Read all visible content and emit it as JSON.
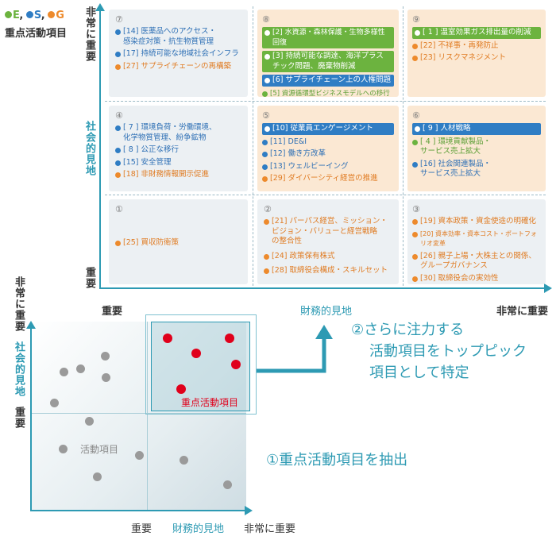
{
  "legend": {
    "e": "E",
    "s": "S",
    "g": "G",
    "sep1": ",",
    "sep2": ",",
    "title": "重点活動項目",
    "colors": {
      "e": "#6cb33f",
      "s": "#2f7dc4",
      "g": "#ed8a2c"
    }
  },
  "matrix": {
    "y_axis_title": "社会的見地",
    "y_high": "非常に重要",
    "y_low": "重要",
    "x_axis_title": "財務的見地",
    "x_high": "非常に重要",
    "x_low": "重要",
    "cells": {
      "c7": {
        "num": "⑦",
        "items": [
          {
            "text": "[14] 医薬品へのアクセス・\n感染症対策・抗生物質管理",
            "color": "blue"
          },
          {
            "text": "[17] 持続可能な地域社会インフラ",
            "color": "blue"
          },
          {
            "text": "[27] サプライチェーンの再構築",
            "color": "orange"
          }
        ]
      },
      "c8": {
        "num": "⑧",
        "items": [
          {
            "text": "[2] 水資源・森林保護・生物多様性回復",
            "color": "green",
            "hl": true
          },
          {
            "text": "[3] 持続可能な調達、海洋プラス\nチック問題、廃棄物削減",
            "color": "green",
            "hl": true
          },
          {
            "text": "[6] サプライチェーン上の人権問題",
            "color": "blue",
            "hl": true
          },
          {
            "text": "[5] 資源循環型ビジネスモデルへの移行",
            "color": "green"
          }
        ]
      },
      "c9": {
        "num": "⑨",
        "items": [
          {
            "text": "[ 1 ] 温室効果ガス排出量の削減",
            "color": "green",
            "hl": true
          },
          {
            "text": "[22] 不祥事・再発防止",
            "color": "orange"
          },
          {
            "text": "[23] リスクマネジメント",
            "color": "orange"
          }
        ]
      },
      "c4": {
        "num": "④",
        "items": [
          {
            "text": "[ 7 ] 環境負荷・労働環境、\n化学物質管理、紛争鉱物",
            "color": "blue"
          },
          {
            "text": "[ 8 ] 公正な移行",
            "color": "blue"
          },
          {
            "text": "[15] 安全管理",
            "color": "blue"
          },
          {
            "text": "[18] 非財務情報開示促進",
            "color": "orange"
          }
        ]
      },
      "c5": {
        "num": "⑤",
        "items": [
          {
            "text": "[10] 従業員エンゲージメント",
            "color": "blue",
            "hl": true
          },
          {
            "text": "[11] DE&I",
            "color": "blue"
          },
          {
            "text": "[12] 働き方改革",
            "color": "blue"
          },
          {
            "text": "[13] ウェルビーイング",
            "color": "blue"
          },
          {
            "text": "[29] ダイバーシティ経営の推進",
            "color": "orange"
          }
        ]
      },
      "c6": {
        "num": "⑥",
        "items": [
          {
            "text": "[ 9 ] 人材戦略",
            "color": "blue",
            "hl": true
          },
          {
            "text": "[ 4 ] 環境貢献製品・\nサービス売上拡大",
            "color": "green"
          },
          {
            "text": "[16] 社会関連製品・\nサービス売上拡大",
            "color": "blue"
          }
        ]
      },
      "c1": {
        "num": "①",
        "items": [
          {
            "text": "[25] 買収防衛策",
            "color": "orange"
          }
        ]
      },
      "c2": {
        "num": "②",
        "items": [
          {
            "text": "[21] パーパス経営、ミッション・\nビジョン・バリューと経営戦略\nの整合性",
            "color": "orange"
          },
          {
            "text": "[24] 政策保有株式",
            "color": "orange"
          },
          {
            "text": "[28] 取締役会構成・スキルセット",
            "color": "orange"
          }
        ]
      },
      "c3": {
        "num": "③",
        "items": [
          {
            "text": "[19] 資本政策・資金使途の明確化",
            "color": "orange"
          },
          {
            "text": "[20] 資本効率・資本コスト・ポートフォリオ変革",
            "color": "orange"
          },
          {
            "text": "[26] 親子上場・大株主との関係、\nグループガバナンス",
            "color": "orange"
          },
          {
            "text": "[30] 取締役会の実効性",
            "color": "orange"
          }
        ]
      }
    }
  },
  "mini": {
    "y_high": "非常に重要",
    "y_title": "社会的見地",
    "y_low": "重要",
    "x_low": "重要",
    "x_title": "財務的見地",
    "x_high": "非常に重要",
    "x_top_low": "重要",
    "all_label": "活動項目",
    "focus_label": "重点活動項目"
  },
  "steps": {
    "step2_line1": "②さらに注力する",
    "step2_line2": "活動項目をトップピック",
    "step2_line3": "項目として特定",
    "step1": "①重点活動項目を抽出"
  }
}
